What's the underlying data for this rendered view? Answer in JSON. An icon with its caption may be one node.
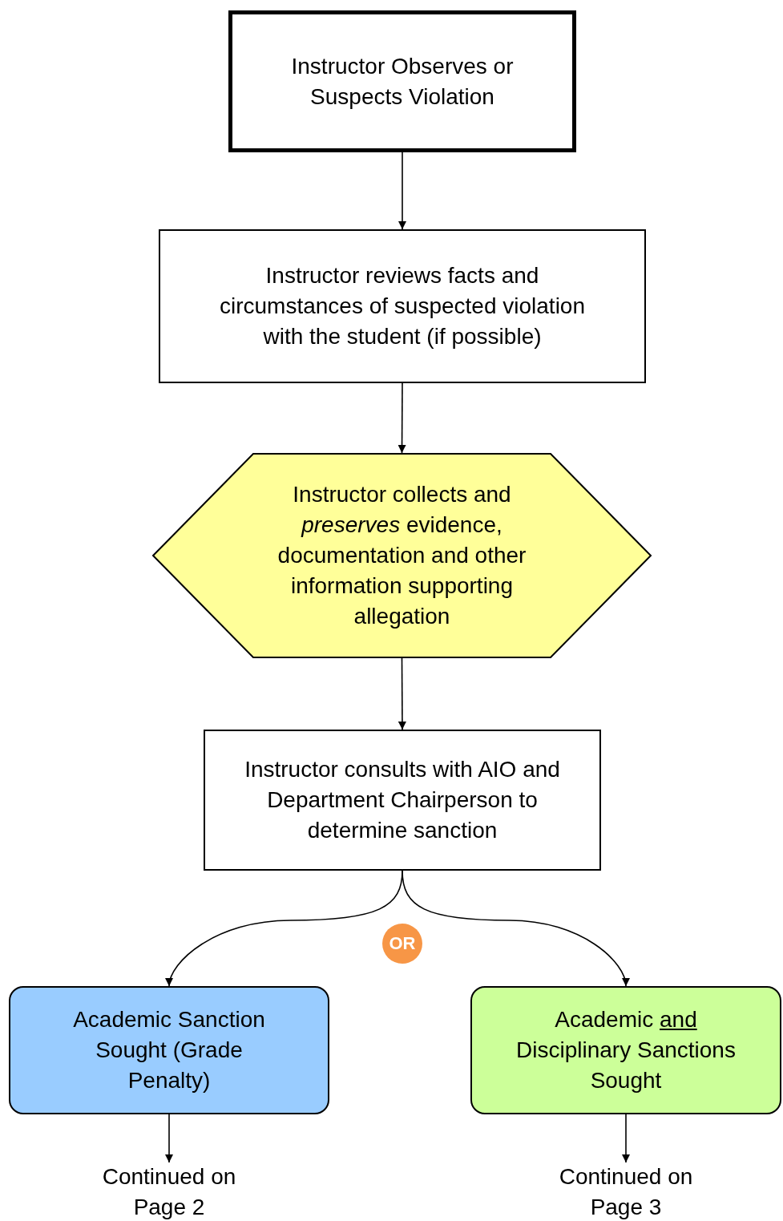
{
  "diagram": {
    "nodes": [
      {
        "text": [
          "Instructor Observes or Suspects Violation"
        ]
      },
      {
        "text": [
          "Instructor reviews facts and circumstances of suspected violation with the student (if possible)"
        ]
      },
      {
        "text": [
          "Instructor collects and *preserves* evidence, documentation and other information supporting allegation"
        ]
      },
      {
        "text": [
          "Instructor consults with AIO and Department Chairperson to determine sanction"
        ]
      },
      {
        "text": [
          "OR"
        ]
      },
      {
        "text": [
          "Academic Sanction Sought (Grade Penalty)"
        ]
      },
      {
        "text": [
          "Academic **and** Disciplinary Sanctions Sought"
        ]
      },
      {
        "text": [
          "Continued on Page 2"
        ]
      },
      {
        "text": [
          "Continued on Page 3"
        ]
      }
    ],
    "edges": [
      {
        "from": 0,
        "to": 1,
        "arrow": "to"
      },
      {
        "from": 1,
        "to": 2,
        "arrow": "to"
      },
      {
        "from": 2,
        "to": 3,
        "arrow": "to"
      },
      {
        "from": 3,
        "to": 5,
        "arrow": "to"
      },
      {
        "from": 3,
        "to": 6,
        "arrow": "to"
      },
      {
        "from": 5,
        "to": 7,
        "arrow": "to"
      },
      {
        "from": 6,
        "to": 8,
        "arrow": "to"
      }
    ]
  }
}
